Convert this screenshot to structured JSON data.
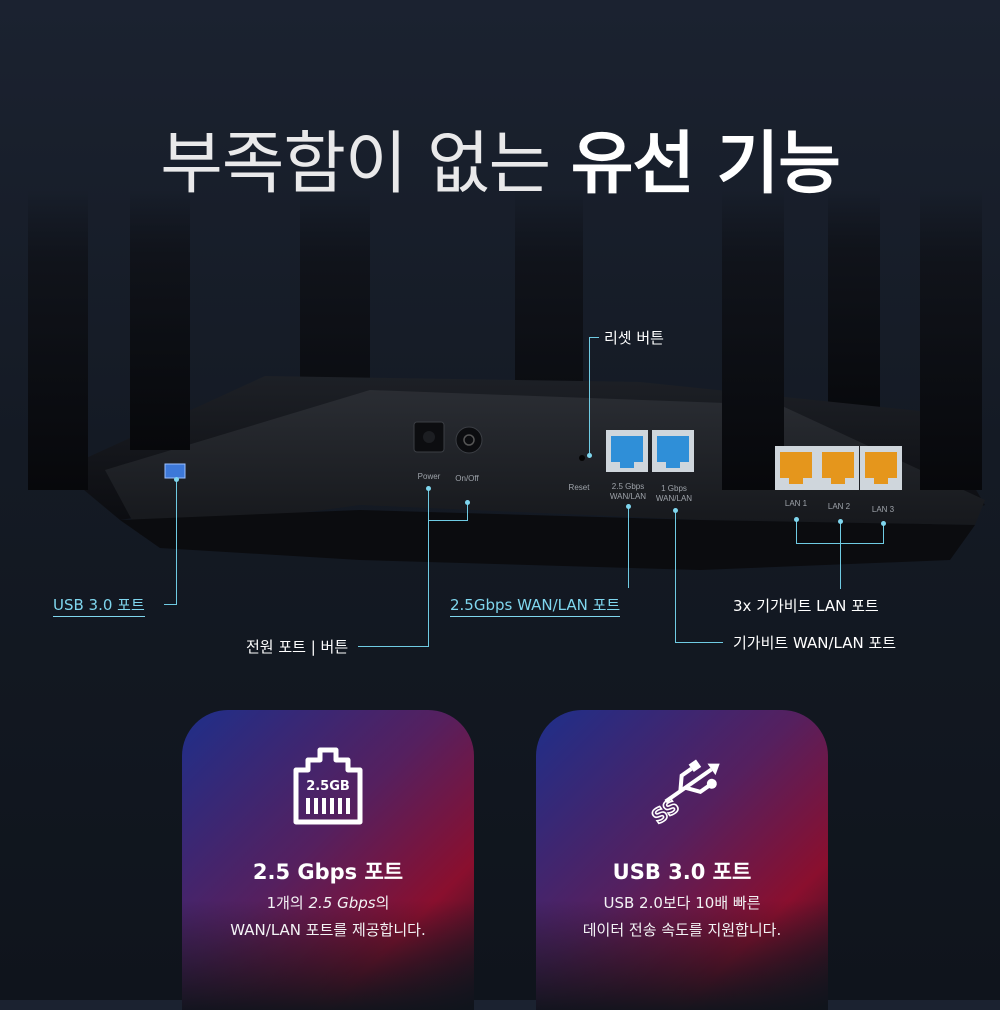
{
  "headline": {
    "light": "부족함이 없는",
    "bold": "유선 기능"
  },
  "router_labels": {
    "power": "Power",
    "onoff": "On/Off",
    "reset": "Reset",
    "wan25": [
      "2.5 Gbps",
      "WAN/LAN"
    ],
    "wan1": [
      "1 Gbps",
      "WAN/LAN"
    ],
    "lan1": "LAN 1",
    "lan2": "LAN 2",
    "lan3": "LAN 3"
  },
  "callouts": {
    "reset": "리셋 버튼",
    "usb": "USB 3.0 포트",
    "power": "전원 포트 | 버튼",
    "wan25": "2.5Gbps WAN/LAN 포트",
    "lan": "3x 기가비트 LAN 포트",
    "wan1": "기가비트 WAN/LAN 포트"
  },
  "cards": [
    {
      "icon": "ethernet-2-5gb-icon",
      "icon_text": "2.5GB",
      "title": "2.5 Gbps 포트",
      "desc_line1_pre": "1개의 ",
      "desc_line1_it": "2.5 Gbps",
      "desc_line1_post": "의",
      "desc_line2": "WAN/LAN 포트를 제공합니다."
    },
    {
      "icon": "usb-superspeed-icon",
      "icon_text": "SS",
      "title": "USB 3.0 포트",
      "desc_line1": "USB 2.0보다 10배 빠른",
      "desc_line2": "데이터 전송 속도를 지원합니다."
    }
  ],
  "colors": {
    "callout": "#7fd6ee",
    "wan_port": "#2f8fd8",
    "lan_port": "#e5961c"
  }
}
